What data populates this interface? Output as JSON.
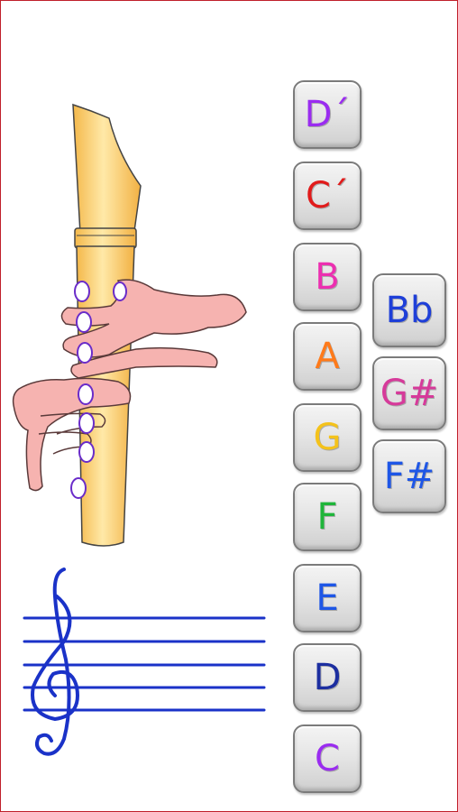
{
  "notes_main": [
    {
      "label": "D´",
      "color": "#9a2cf0",
      "key": "d-high"
    },
    {
      "label": "C´",
      "color": "#e11b1b",
      "key": "c-high"
    },
    {
      "label": "B",
      "color": "#ec2fb0",
      "key": "b"
    },
    {
      "label": "A",
      "color": "#ff7a1a",
      "key": "a"
    },
    {
      "label": "G",
      "color": "#f4c21b",
      "key": "g"
    },
    {
      "label": "F",
      "color": "#1fb53a",
      "key": "f"
    },
    {
      "label": "E",
      "color": "#1e56e6",
      "key": "e"
    },
    {
      "label": "D",
      "color": "#1c2ea0",
      "key": "d"
    },
    {
      "label": "C",
      "color": "#9a2cf0",
      "key": "c"
    }
  ],
  "notes_accidentals": [
    {
      "label": "Bb",
      "color": "#1e3fd8",
      "key": "b-flat"
    },
    {
      "label": "G#",
      "color": "#d63a9a",
      "key": "g-sharp"
    },
    {
      "label": "F#",
      "color": "#1e56e6",
      "key": "f-sharp"
    }
  ],
  "colors": {
    "frame_border": "#c0202a",
    "recorder_body": "#f7c95a",
    "hand": "#f6b3b0",
    "staff": "#1a32c8"
  }
}
